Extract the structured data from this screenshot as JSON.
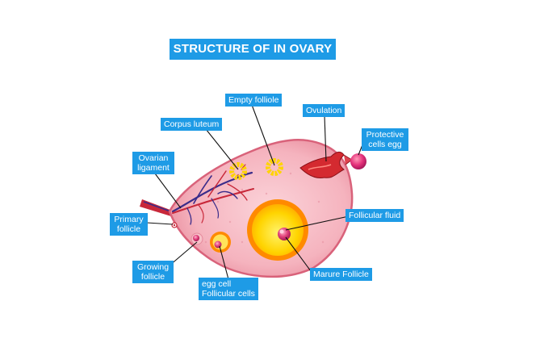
{
  "title": "STRUCTURE OF IN OVARY",
  "labels": {
    "empty_follicle": "Empty folliole",
    "ovulation": "Ovulation",
    "corpus_luteum": "Corpus luteum",
    "protective_cells_egg": [
      "Protective",
      "cells egg"
    ],
    "ovarian_ligament": [
      "Ovarian",
      "ligament"
    ],
    "follicular_fluid": "Follicular fluid",
    "primary_follicle": [
      "Primary",
      "follicle"
    ],
    "growing_follicle": [
      "Growing",
      "follicle"
    ],
    "mature_follicle": "Marure Follicle",
    "egg_cell_follicular_cells": [
      "egg cell",
      "Follicular cells"
    ]
  },
  "colors": {
    "label_bg": "#1e9be6",
    "ovary_fill": "#f4b5bf",
    "ovary_edge": "#d9627a",
    "ligament": "#c8283a",
    "vessels": "#3a2c8a",
    "follicle_yellow": "#ffd400",
    "follicle_orange": "#ff8a00",
    "egg": "#e0407a"
  }
}
